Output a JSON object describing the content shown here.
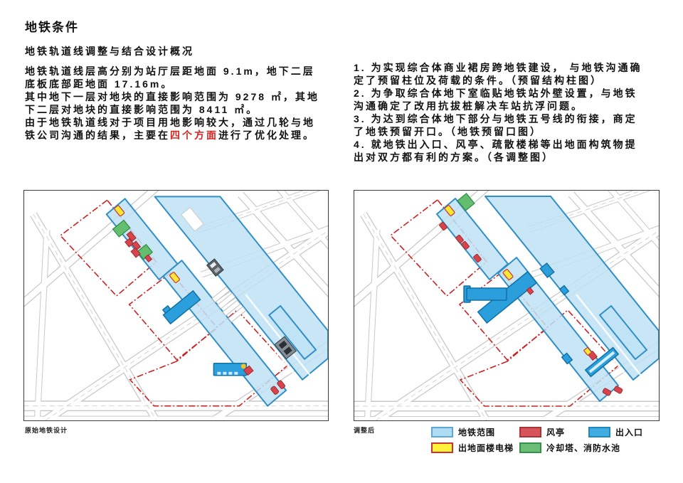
{
  "page_title": "地铁条件",
  "left_column": {
    "heading": "地铁轨道线调整与结合设计概况",
    "lines": [
      "地铁轨道线层高分别为站厅层距地面 9.1m，地下二层",
      "底板底部距地面 17.16m。",
      "其中地下一层对地块的直接影响范围为 9278 ㎡，其地",
      "下二层对地块的直接影响范围为 8411 ㎡。",
      "由于地铁轨道线对于项目用地影响较大，通过几轮与地",
      {
        "pre": "铁公司沟通的结果，主要在",
        "highlight": "四个方面",
        "post": "进行了优化处理。"
      }
    ],
    "highlight_color": "#d9231f"
  },
  "right_column": {
    "lines": [
      "1. 为实现综合体商业裙房跨地铁建设， 与地铁沟通确",
      "定了预留柱位及荷载的条件。（预留结构柱图）",
      "2. 为争取综合体地下室临贴地铁站外壁设置，与地铁",
      "沟通确定了改用抗拔桩解决车站抗浮问题。",
      "3. 为达到综合体地下部分与地铁五号线的衔接，商定",
      "了地铁预留开口。（地铁预留口图）",
      "4. 就地铁出入口、风亭、疏散楼梯等出地面构筑物提",
      "出对双方都有利的方案。（各调整图）"
    ]
  },
  "maps": {
    "left_caption": "原始地铁设计",
    "right_caption": "调整后"
  },
  "legend": {
    "items": [
      {
        "label": "地铁范围",
        "fill": "#AEDCF2",
        "border": "#5FA8D3"
      },
      {
        "label": "风亭",
        "fill": "#D8545B",
        "border": "#A93438"
      },
      {
        "label": "出入口",
        "fill": "#3FADE2",
        "border": "#2187BE"
      },
      {
        "label": "出地面楼电梯",
        "fill": "#FFF23A",
        "border": "#C93434"
      },
      {
        "label": "冷却塔、消防水池",
        "fill": "#6CBE77",
        "border": "#35914B"
      }
    ]
  },
  "colors": {
    "subway_range_fill": "#BEE2F5",
    "subway_range_stroke": "#2F8FC6",
    "site_boundary_red": "#CC2222",
    "wind_pavilion_red": "#D8444C",
    "stair_yellow": "#FFE733",
    "cooling_green": "#64BE70",
    "entrance_blue": "#2B9FDC",
    "highlight_text_red": "#d9231f"
  }
}
